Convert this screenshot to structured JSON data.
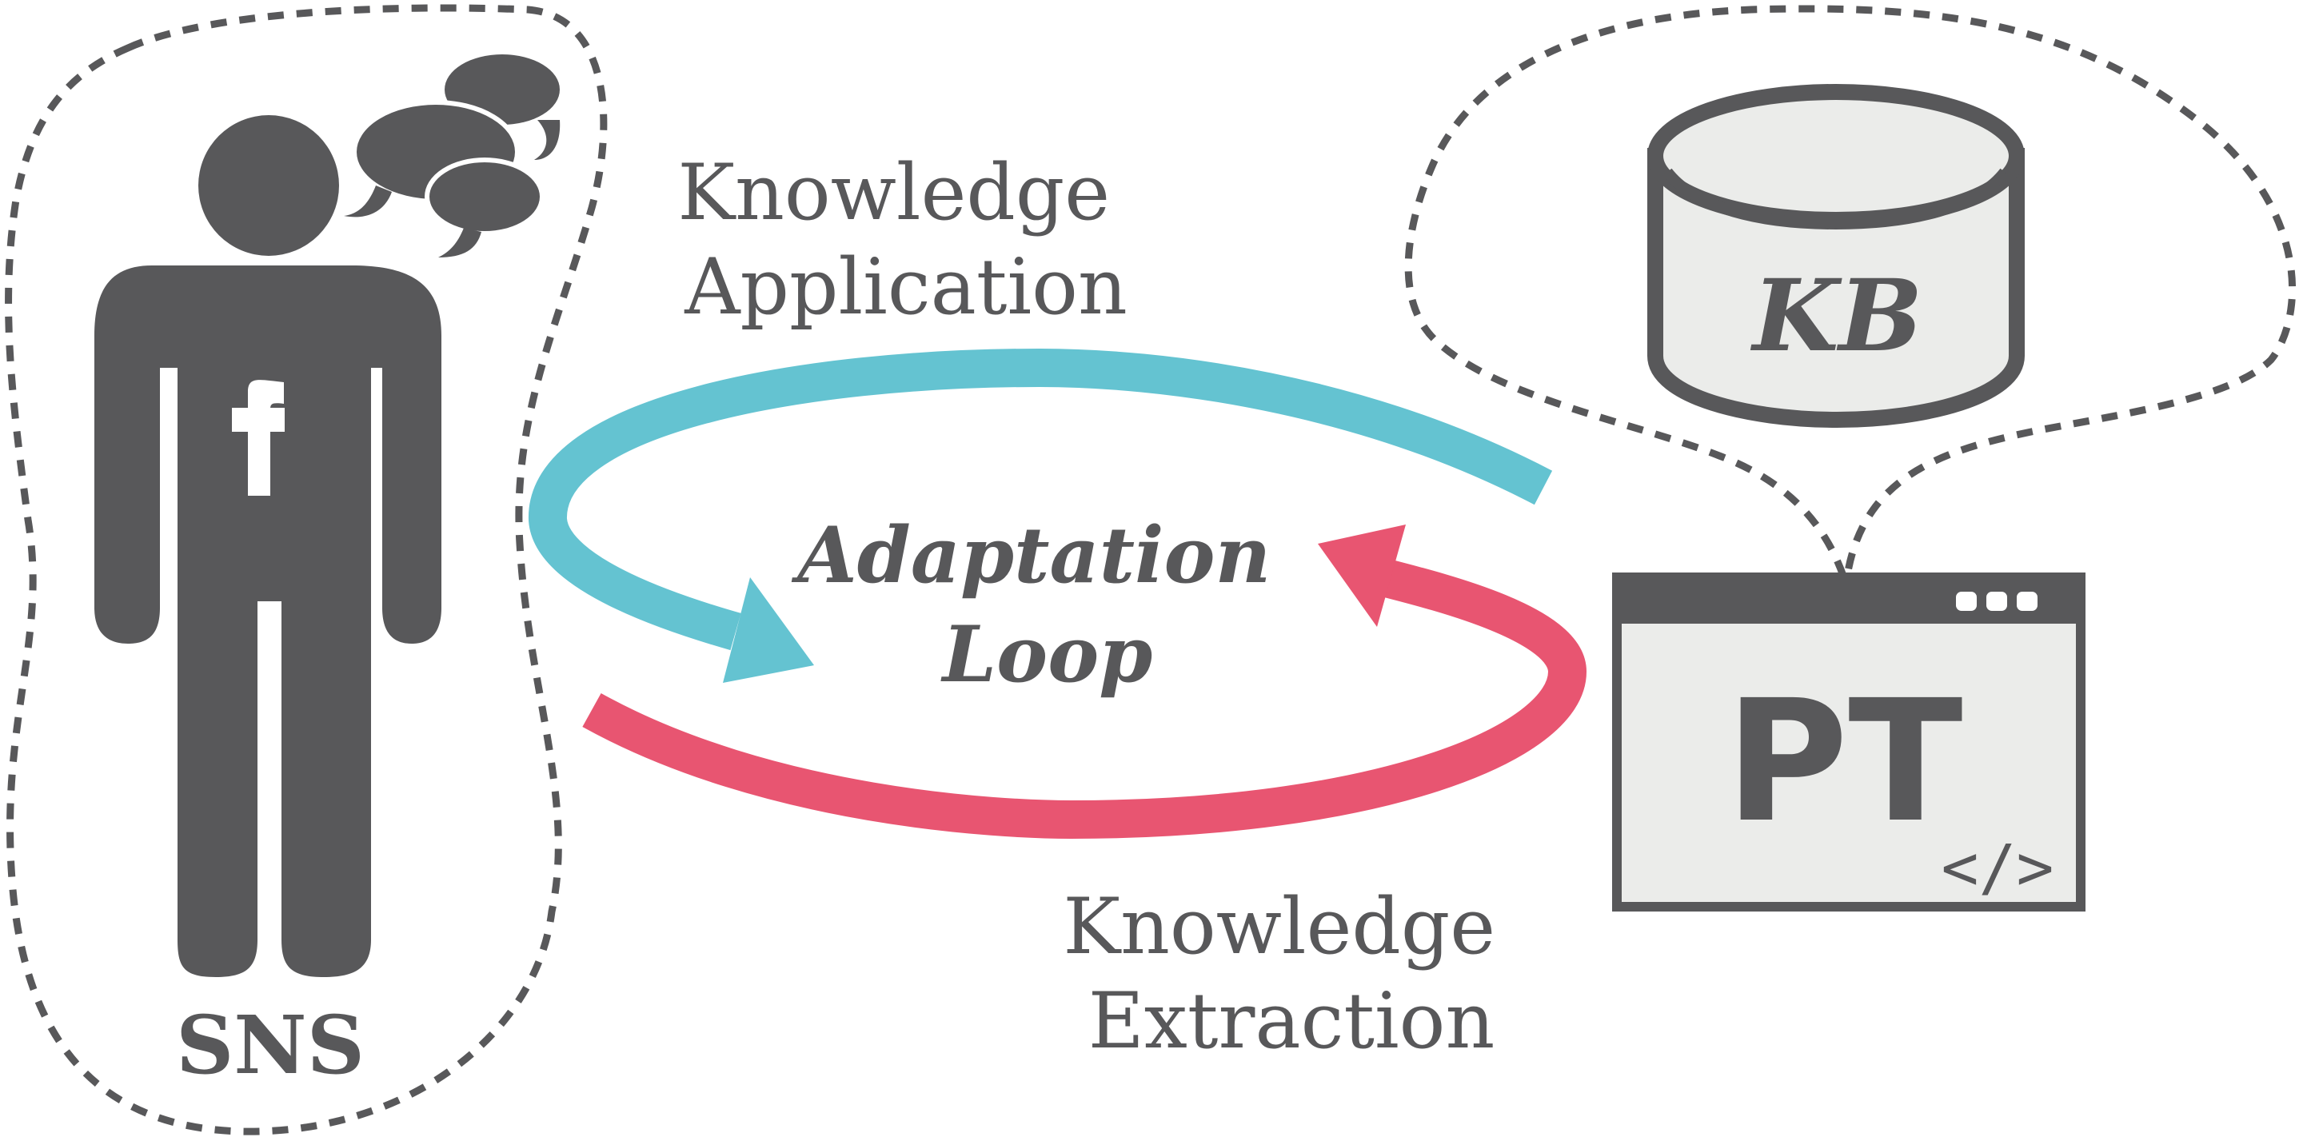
{
  "labels": {
    "knowledge_application": [
      "Knowledge",
      "Application"
    ],
    "adaptation_loop": [
      "Adaptation",
      "Loop"
    ],
    "knowledge_extraction": [
      "Knowledge",
      "Extraction"
    ],
    "sns": "SNS",
    "kb": "KB",
    "pt": "PT",
    "code_glyph": "</>",
    "facebook_glyph": "f"
  },
  "colors": {
    "ink": "#58585a",
    "teal_arrow": "#64c3d1",
    "red_arrow": "#e85571",
    "drum_fill": "#ebecea",
    "window_fill": "#ebecea"
  },
  "icons": [
    "person-icon",
    "speech-bubbles-icon",
    "facebook-icon",
    "database-icon",
    "browser-window-icon",
    "code-icon"
  ]
}
